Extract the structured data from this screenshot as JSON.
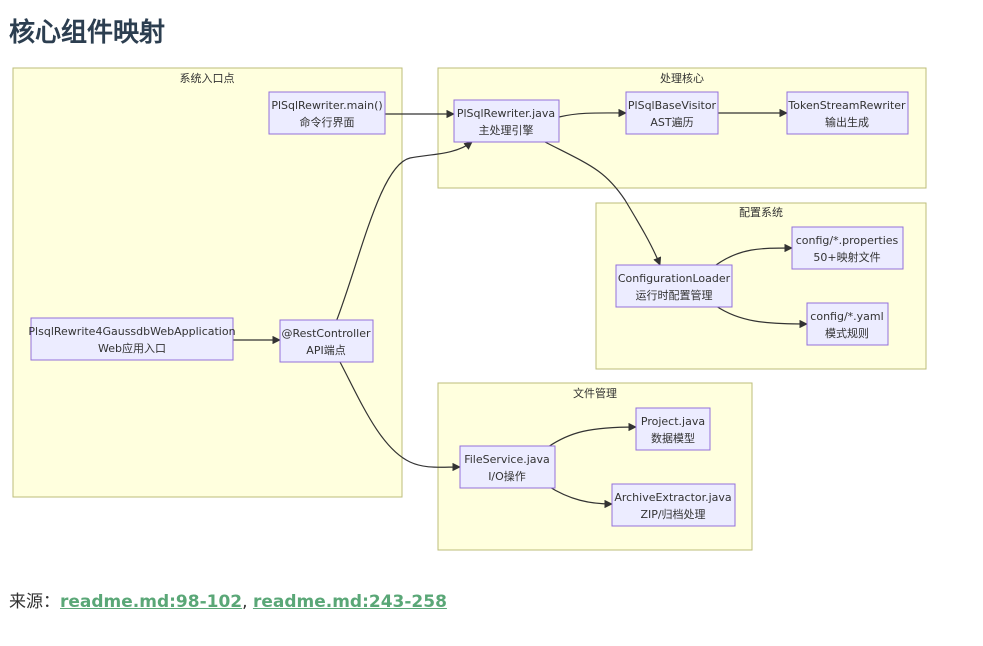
{
  "title": "核心组件映射",
  "clusters": {
    "entry": "系统入口点",
    "core": "处理核心",
    "config": "配置系统",
    "files": "文件管理"
  },
  "nodes": {
    "main": [
      "PlSqlRewriter.main()",
      "命令行界面"
    ],
    "rewriter": [
      "PlSqlRewriter.java",
      "主处理引擎"
    ],
    "visitor": [
      "PlSqlBaseVisitor",
      "AST遍历"
    ],
    "token": [
      "TokenStreamRewriter",
      "输出生成"
    ],
    "webapp": [
      "PlsqlRewrite4GaussdbWebApplication",
      "Web应用入口"
    ],
    "rest": [
      "@RestController",
      "API端点"
    ],
    "loader": [
      "ConfigurationLoader",
      "运行时配置管理"
    ],
    "props": [
      "config/*.properties",
      "50+映射文件"
    ],
    "yaml": [
      "config/*.yaml",
      "模式规则"
    ],
    "fileservice": [
      "FileService.java",
      "I/O操作"
    ],
    "project": [
      "Project.java",
      "数据模型"
    ],
    "archive": [
      "ArchiveExtractor.java",
      "ZIP/归档处理"
    ]
  },
  "footer": {
    "prefix": "来源：",
    "link1": "readme.md:98-102",
    "separator": ", ",
    "link2": "readme.md:243-258"
  }
}
